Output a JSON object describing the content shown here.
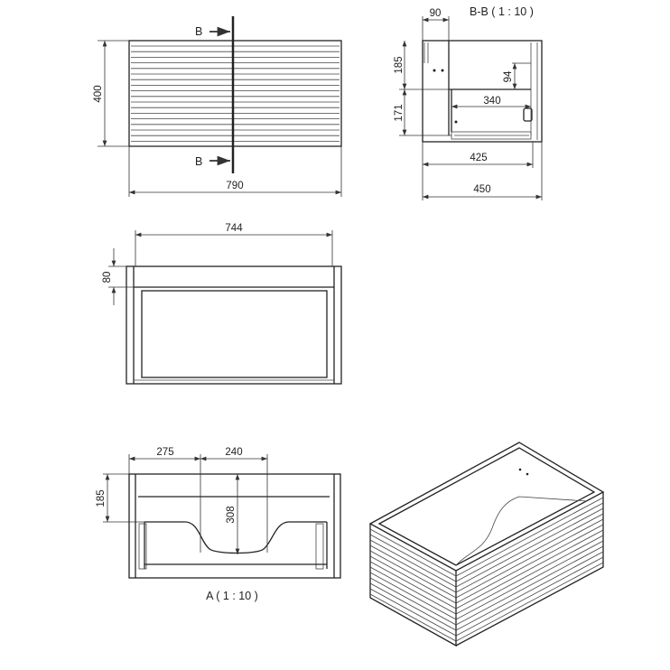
{
  "front_view": {
    "section_label_top": "B",
    "section_label_bottom": "B",
    "dim_height": "400",
    "dim_width": "790"
  },
  "section_view": {
    "title": "B-B ( 1 : 10 )",
    "dim_top": "90",
    "dim_upper": "185",
    "dim_lower": "171",
    "dim_drawer_height": "94",
    "dim_drawer_depth": "340",
    "dim_inner_depth": "425",
    "dim_depth": "450"
  },
  "top_view": {
    "dim_width": "744",
    "dim_depth": "80"
  },
  "view_a": {
    "title": "A ( 1 : 10 )",
    "dim_left": "275",
    "dim_cutout": "240",
    "dim_depth": "185",
    "dim_cutout_depth": "308"
  }
}
